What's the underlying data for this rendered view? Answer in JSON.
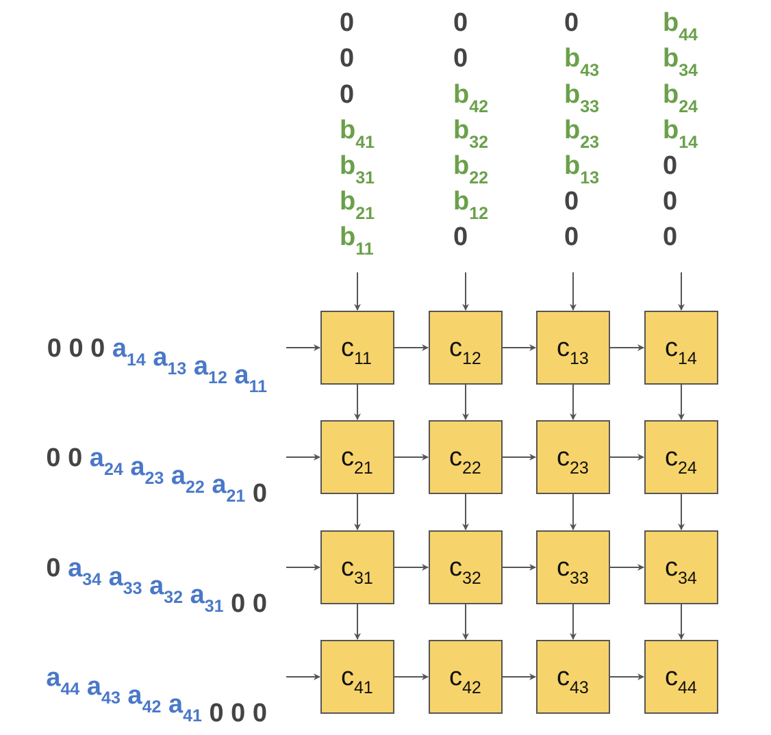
{
  "colors": {
    "zero": "#444444",
    "a_elem": "#4a78c8",
    "b_elem": "#6aa04a",
    "cell_fill": "#f7d46b",
    "cell_stroke": "#555555",
    "arrow": "#555555",
    "cell_text": "#111111"
  },
  "b_columns": [
    [
      {
        "main": "0",
        "sub": ""
      },
      {
        "main": "0",
        "sub": ""
      },
      {
        "main": "0",
        "sub": ""
      },
      {
        "main": "b",
        "sub": "41"
      },
      {
        "main": "b",
        "sub": "31"
      },
      {
        "main": "b",
        "sub": "21"
      },
      {
        "main": "b",
        "sub": "11"
      }
    ],
    [
      {
        "main": "0",
        "sub": ""
      },
      {
        "main": "0",
        "sub": ""
      },
      {
        "main": "b",
        "sub": "42"
      },
      {
        "main": "b",
        "sub": "32"
      },
      {
        "main": "b",
        "sub": "22"
      },
      {
        "main": "b",
        "sub": "12"
      },
      {
        "main": "0",
        "sub": ""
      }
    ],
    [
      {
        "main": "0",
        "sub": ""
      },
      {
        "main": "b",
        "sub": "43"
      },
      {
        "main": "b",
        "sub": "33"
      },
      {
        "main": "b",
        "sub": "23"
      },
      {
        "main": "b",
        "sub": "13"
      },
      {
        "main": "0",
        "sub": ""
      },
      {
        "main": "0",
        "sub": ""
      }
    ],
    [
      {
        "main": "b",
        "sub": "44"
      },
      {
        "main": "b",
        "sub": "34"
      },
      {
        "main": "b",
        "sub": "24"
      },
      {
        "main": "b",
        "sub": "14"
      },
      {
        "main": "0",
        "sub": ""
      },
      {
        "main": "0",
        "sub": ""
      },
      {
        "main": "0",
        "sub": ""
      }
    ]
  ],
  "a_rows": [
    [
      {
        "main": "0",
        "sub": ""
      },
      {
        "main": "0",
        "sub": ""
      },
      {
        "main": "0",
        "sub": ""
      },
      {
        "main": "a",
        "sub": "14"
      },
      {
        "main": "a",
        "sub": "13"
      },
      {
        "main": "a",
        "sub": "12"
      },
      {
        "main": "a",
        "sub": "11"
      }
    ],
    [
      {
        "main": "0",
        "sub": ""
      },
      {
        "main": "0",
        "sub": ""
      },
      {
        "main": "a",
        "sub": "24"
      },
      {
        "main": "a",
        "sub": "23"
      },
      {
        "main": "a",
        "sub": "22"
      },
      {
        "main": "a",
        "sub": "21"
      },
      {
        "main": "0",
        "sub": ""
      }
    ],
    [
      {
        "main": "0",
        "sub": ""
      },
      {
        "main": "a",
        "sub": "34"
      },
      {
        "main": "a",
        "sub": "33"
      },
      {
        "main": "a",
        "sub": "32"
      },
      {
        "main": "a",
        "sub": "31"
      },
      {
        "main": "0",
        "sub": ""
      },
      {
        "main": "0",
        "sub": ""
      }
    ],
    [
      {
        "main": "a",
        "sub": "44"
      },
      {
        "main": "a",
        "sub": "43"
      },
      {
        "main": "a",
        "sub": "42"
      },
      {
        "main": "a",
        "sub": "41"
      },
      {
        "main": "0",
        "sub": ""
      },
      {
        "main": "0",
        "sub": ""
      },
      {
        "main": "0",
        "sub": ""
      }
    ]
  ],
  "cells": [
    [
      {
        "main": "c",
        "sub": "11"
      },
      {
        "main": "c",
        "sub": "12"
      },
      {
        "main": "c",
        "sub": "13"
      },
      {
        "main": "c",
        "sub": "14"
      }
    ],
    [
      {
        "main": "c",
        "sub": "21"
      },
      {
        "main": "c",
        "sub": "22"
      },
      {
        "main": "c",
        "sub": "23"
      },
      {
        "main": "c",
        "sub": "24"
      }
    ],
    [
      {
        "main": "c",
        "sub": "31"
      },
      {
        "main": "c",
        "sub": "32"
      },
      {
        "main": "c",
        "sub": "33"
      },
      {
        "main": "c",
        "sub": "34"
      }
    ],
    [
      {
        "main": "c",
        "sub": "41"
      },
      {
        "main": "c",
        "sub": "42"
      },
      {
        "main": "c",
        "sub": "43"
      },
      {
        "main": "c",
        "sub": "44"
      }
    ]
  ]
}
